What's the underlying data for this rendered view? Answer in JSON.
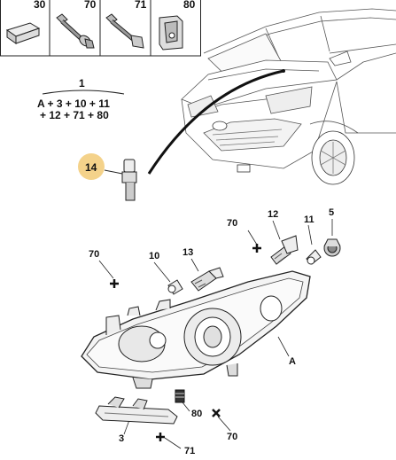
{
  "parts_table": {
    "codes": [
      "30",
      "70",
      "71",
      "80"
    ]
  },
  "formula": {
    "number": "1",
    "line1": "A + 3 + 10 + 11",
    "line2": "+ 12 + 71 + 80"
  },
  "callouts": {
    "sensor": "14",
    "highlight_color": "#f4d28a",
    "headlamp_assembly": "A",
    "screw_left": "70",
    "bulb_10": "10",
    "bulb_13": "13",
    "screw_top": "70",
    "bulb_12": "12",
    "bulb_11": "11",
    "cap_5": "5",
    "clip_80": "80",
    "bracket_3": "3",
    "screw_bottom": "70",
    "screw_71": "71"
  }
}
